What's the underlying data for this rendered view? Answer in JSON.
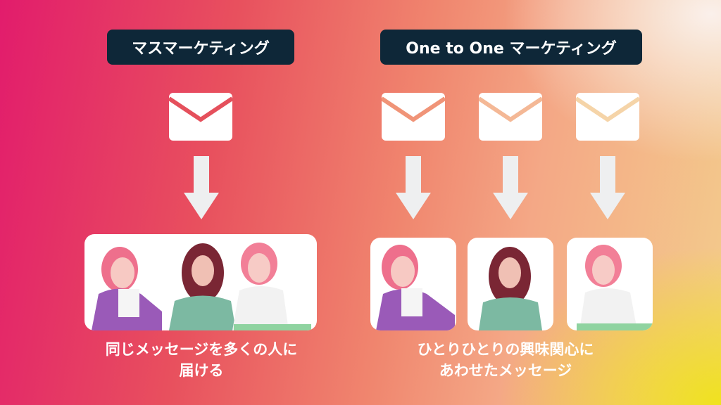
{
  "left": {
    "title": "マスマーケティング",
    "caption_line1": "同じメッセージを多くの人に",
    "caption_line2": "届ける"
  },
  "right": {
    "title": "One to One マーケティング",
    "caption_line1": "ひとりひとりの興味関心に",
    "caption_line2": "あわせたメッセージ"
  },
  "icons": [
    "envelope-icon",
    "arrow-down-icon"
  ],
  "colors": {
    "label_bg": "#0e2738",
    "envelope": "#ffffff",
    "arrow": "#eeeff0"
  }
}
